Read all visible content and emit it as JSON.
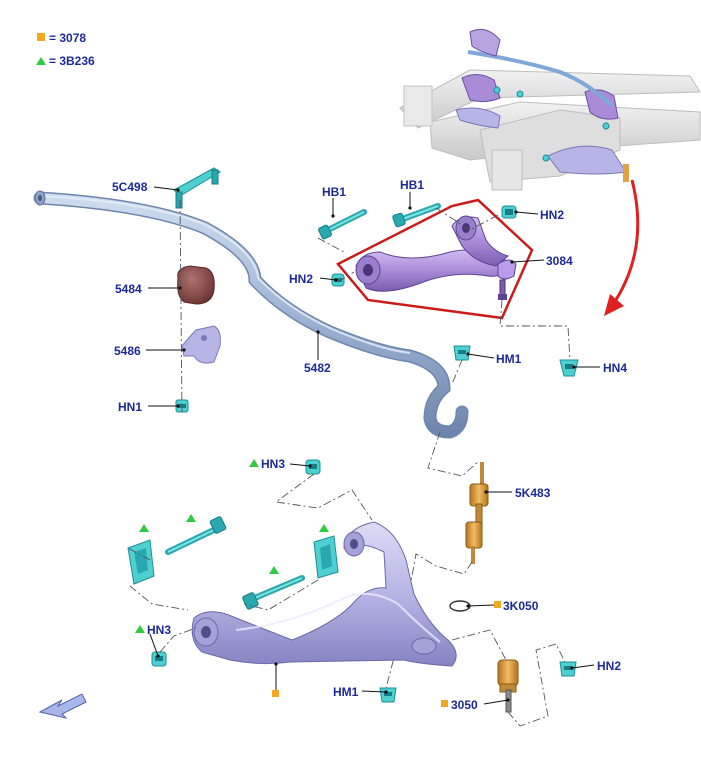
{
  "colors": {
    "label": "#1c2a99",
    "legend_square": "#f5a623",
    "legend_triangle": "#2ecc40",
    "highlight_frame": "#cc1b1b",
    "arrow": "#e02020",
    "stabilizer_bar": "#9fb4d4",
    "upper_arm": "#a98bd8",
    "lower_arm": "#b7b5e6",
    "fastener": "#4fd0d0",
    "bushing": "#8b4a48",
    "link": "#e0a245"
  },
  "legend": [
    {
      "symbol": "square",
      "text": "= 3078"
    },
    {
      "symbol": "triangle",
      "text": "= 3B236"
    }
  ],
  "labels": {
    "p5C498": "5C498",
    "p5484": "5484",
    "p5486": "5486",
    "pHN1": "HN1",
    "p5482": "5482",
    "pHB1a": "HB1",
    "pHB1b": "HB1",
    "pHN2a": "HN2",
    "pHN2b": "HN2",
    "p3084": "3084",
    "pHM1a": "HM1",
    "pHN4": "HN4",
    "pHN3a": "HN3",
    "p5K483": "5K483",
    "p3K050": "3K050",
    "pHN3b": "HN3",
    "pHN2c": "HN2",
    "pHM1b": "HM1",
    "p3050": "3050"
  }
}
